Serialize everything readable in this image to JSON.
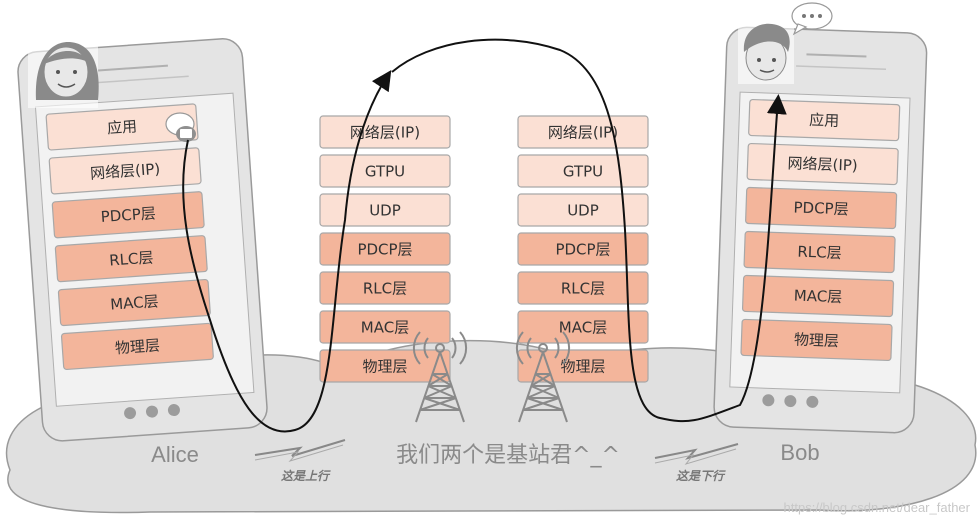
{
  "alice": {
    "name": "Alice",
    "layers": [
      "应用",
      "网络层(IP)",
      "PDCP层",
      "RLC层",
      "MAC层",
      "物理层"
    ]
  },
  "bob": {
    "name": "Bob",
    "layers": [
      "应用",
      "网络层(IP)",
      "PDCP层",
      "RLC层",
      "MAC层",
      "物理层"
    ]
  },
  "base_station_left": {
    "layers": [
      "网络层(IP)",
      "GTPU",
      "UDP",
      "PDCP层",
      "RLC层",
      "MAC层",
      "物理层"
    ]
  },
  "base_station_right": {
    "layers": [
      "网络层(IP)",
      "GTPU",
      "UDP",
      "PDCP层",
      "RLC层",
      "MAC层",
      "物理层"
    ]
  },
  "base_station_caption": "我们两个是基站君^_^",
  "uplink_label": "这是上行",
  "downlink_label": "这是下行",
  "watermark": "https://blog.csdn.net/dear_father",
  "colors": {
    "light_layer": "#fbe0d4",
    "dark_layer": "#f3b59b",
    "layer_stroke": "#a8a8a8",
    "phone_body": "#e4e4e4",
    "cloud": "#e0e0e0",
    "arrow": "#111111"
  }
}
